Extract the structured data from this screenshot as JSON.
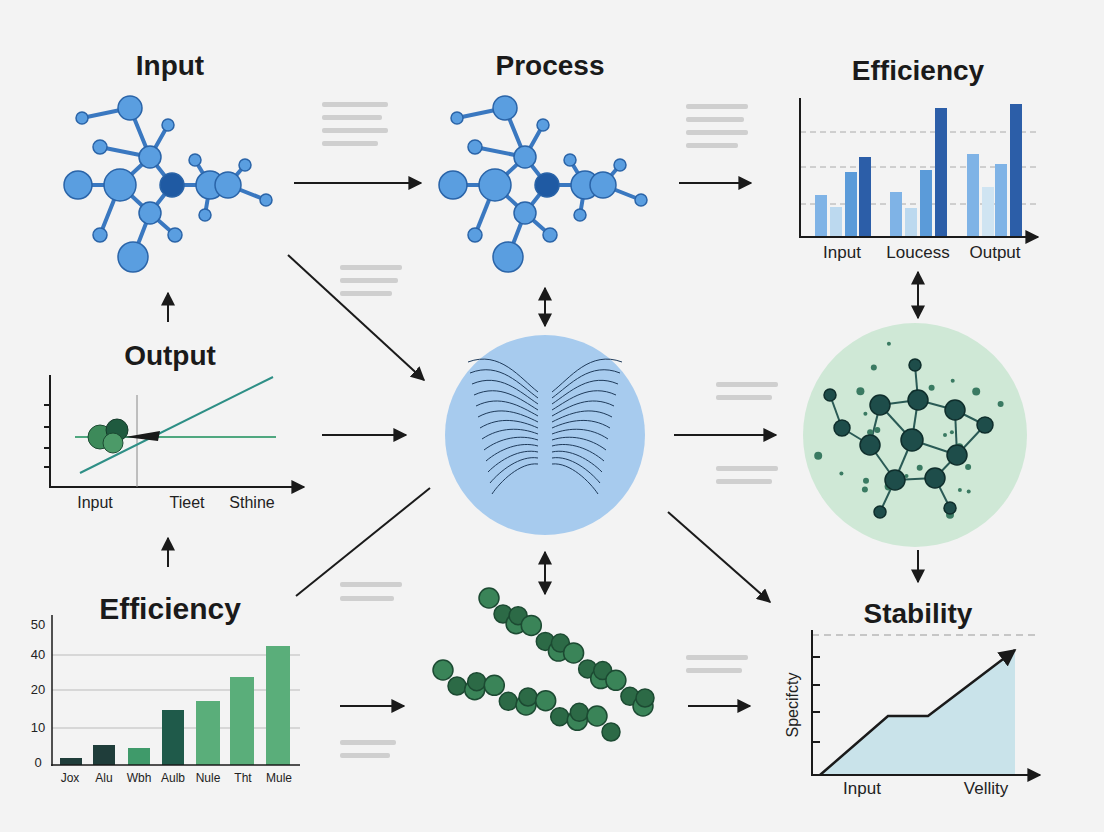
{
  "diagram": {
    "nodes": [
      {
        "text": [
          "Input"
        ]
      },
      {
        "text": [
          "Process"
        ]
      },
      {
        "text": [
          "Efficiency"
        ]
      },
      {
        "text": [
          "Output"
        ]
      },
      {
        "text": [
          "Efficiency"
        ]
      },
      {
        "text": [
          "Stability"
        ]
      }
    ],
    "edges": [
      {
        "from": 0,
        "to": 1,
        "arrow": "to"
      },
      {
        "from": 1,
        "to": 2,
        "arrow": "to"
      },
      {
        "from": 3,
        "to": 0,
        "arrow": "to"
      },
      {
        "from": 4,
        "to": 3,
        "arrow": "to"
      }
    ],
    "labels": [
      "Input",
      "Loucess",
      "Output",
      "Input",
      "Tieet",
      "Sthine",
      "50",
      "40",
      "20",
      "10",
      "0",
      "Jox",
      "Alu",
      "Wbh",
      "Aulb",
      "Nule",
      "Tht",
      "Mule",
      "Specifcty",
      "Input",
      "Vellity"
    ]
  }
}
